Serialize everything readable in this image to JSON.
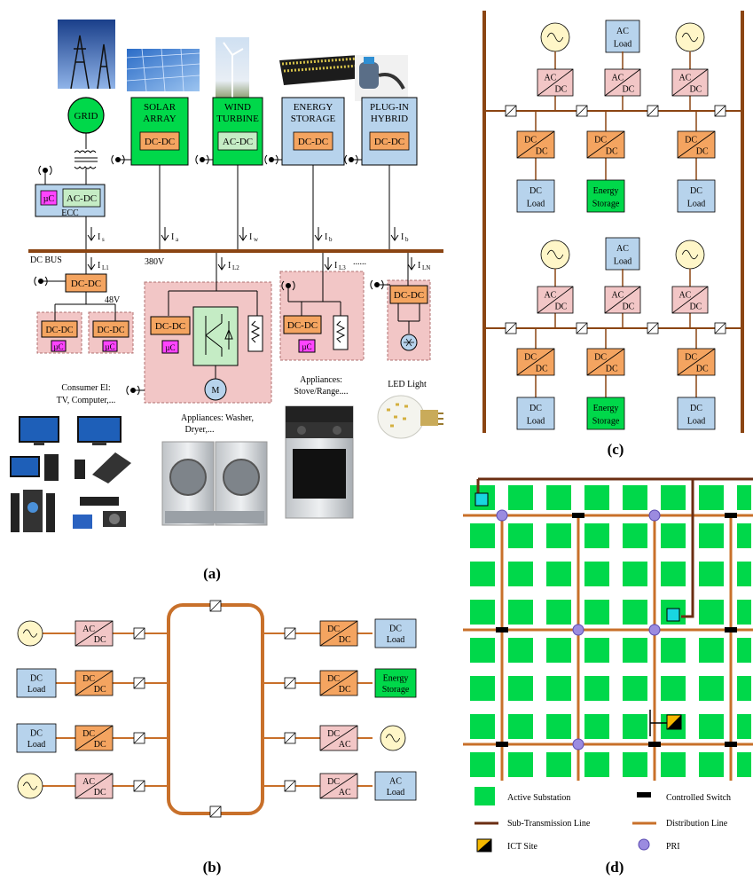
{
  "panel_a": {
    "label": "(a)",
    "sources": [
      {
        "key": "grid",
        "name": "GRID"
      },
      {
        "key": "solar",
        "name": "SOLAR ARRAY",
        "line1": "SOLAR",
        "line2": "ARRAY",
        "converter": "DC-DC",
        "color": "#00d84a"
      },
      {
        "key": "wind",
        "name": "WIND TURBINE",
        "line1": "WIND",
        "line2": "TURBINE",
        "converter": "AC-DC",
        "color": "#00d84a"
      },
      {
        "key": "storage",
        "name": "ENERGY STORAGE",
        "line1": "ENERGY",
        "line2": "STORAGE",
        "converter": "DC-DC",
        "color": "#b7d3ec"
      },
      {
        "key": "phev",
        "name": "PLUG-IN HYBRID",
        "line1": "PLUG-IN",
        "line2": "HYBRID",
        "converter": "DC-DC",
        "color": "#b7d3ec"
      }
    ],
    "ecc": {
      "label": "ECC",
      "uc": "µC",
      "converter": "AC-DC"
    },
    "bus": {
      "label": "DC BUS",
      "voltage": "380V",
      "sub_voltage": "48V",
      "ellipsis": "......"
    },
    "currents_top": [
      "I",
      "I",
      "I",
      "I",
      "I"
    ],
    "currents_top_sub": [
      "s",
      "a",
      "w",
      "b",
      "b"
    ],
    "currents_bottom": [
      "I",
      "I",
      "I",
      "I"
    ],
    "currents_bottom_sub": [
      "L1",
      "L2",
      "L3",
      "LN"
    ],
    "loads": {
      "consumer": {
        "converter": "DC-DC",
        "uc": "µC",
        "caption1": "Consumer El:",
        "caption2": "TV, Computer,..."
      },
      "washer": {
        "converter": "DC-DC",
        "uc": "µC",
        "motor": "M",
        "caption1": "Appliances: Washer,",
        "caption2": "Dryer,..."
      },
      "stove": {
        "converter": "DC-DC",
        "uc": "µC",
        "caption1": "Appliances:",
        "caption2": "Stove/Range...."
      },
      "led": {
        "converter": "DC-DC",
        "caption": "LED Light"
      }
    }
  },
  "panel_b": {
    "label": "(b)",
    "left_ports": [
      {
        "source": "ac",
        "conv_top": "AC",
        "conv_bottom": "DC",
        "conv_color": "#f2c6c6"
      },
      {
        "source": "DC Load",
        "conv_top": "DC",
        "conv_bottom": "DC",
        "conv_color": "#f4a460"
      },
      {
        "source": "DC Load",
        "conv_top": "DC",
        "conv_bottom": "DC",
        "conv_color": "#f4a460"
      },
      {
        "source": "ac",
        "conv_top": "AC",
        "conv_bottom": "DC",
        "conv_color": "#f2c6c6"
      }
    ],
    "right_ports": [
      {
        "target": "DC Load",
        "conv_top": "DC",
        "conv_bottom": "DC",
        "conv_color": "#f4a460",
        "target_color": "#b7d3ec"
      },
      {
        "target": "Energy Storage",
        "conv_top": "DC",
        "conv_bottom": "DC",
        "conv_color": "#f4a460",
        "target_color": "#00d84a"
      },
      {
        "target": "ac",
        "conv_top": "DC",
        "conv_bottom": "AC",
        "conv_color": "#f2c6c6"
      },
      {
        "target": "AC Load",
        "conv_top": "DC",
        "conv_bottom": "AC",
        "conv_color": "#f2c6c6",
        "target_color": "#b7d3ec"
      }
    ]
  },
  "panel_c": {
    "label": "(c)",
    "ac_load": "AC Load",
    "ac_conv": {
      "top": "AC",
      "bottom": "DC"
    },
    "dc_conv": {
      "top": "DC",
      "bottom": "DC"
    },
    "bottom_row": [
      "DC Load",
      "Energy Storage",
      "DC Load"
    ]
  },
  "panel_d": {
    "label": "(d)",
    "legend": [
      {
        "key": "substation",
        "text": "Active Substation"
      },
      {
        "key": "switch",
        "text": "Controlled Switch"
      },
      {
        "key": "subtrans",
        "text": "Sub-Transmission Line"
      },
      {
        "key": "distribution",
        "text": "Distribution Line"
      },
      {
        "key": "ict",
        "text": "ICT Site"
      },
      {
        "key": "pri",
        "text": "PRI"
      }
    ]
  },
  "colors": {
    "green": "#00d84a",
    "blue": "#b7d3ec",
    "pink": "#f2c6c6",
    "orange": "#f4a460",
    "magenta": "#ff44ff",
    "brown": "#8b4513",
    "subtrans": "#6b2e12",
    "distribution": "#c8702a",
    "pri": "#9b8be0",
    "cyan": "#18d6e0"
  }
}
